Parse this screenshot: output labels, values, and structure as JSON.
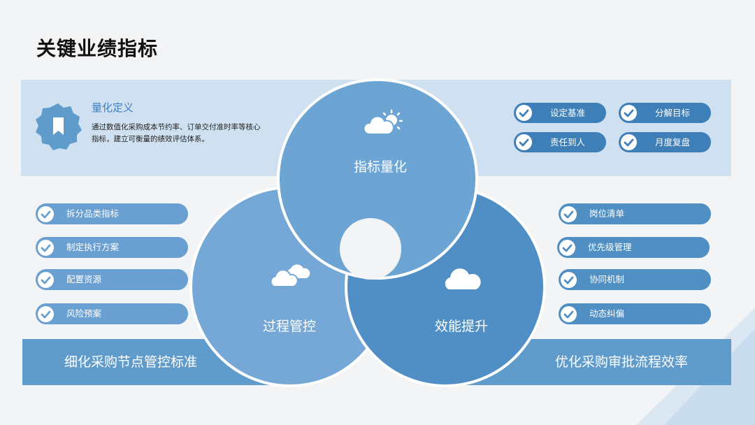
{
  "page_title": "关键业绩指标",
  "definition": {
    "title": "量化定义",
    "text": "通过数值化采购成本节约率、订单交付准时率等核心指标，建立可衡量的绩效评估体系。"
  },
  "top_pills": [
    {
      "label": "设定基准"
    },
    {
      "label": "分解目标"
    },
    {
      "label": "责任到人"
    },
    {
      "label": "月度复盘"
    }
  ],
  "left_pills": [
    {
      "label": "拆分品类指标"
    },
    {
      "label": "制定执行方案"
    },
    {
      "label": "配置资源"
    },
    {
      "label": "风险预案"
    }
  ],
  "right_pills": [
    {
      "label": "岗位清单"
    },
    {
      "label": "优先级管理"
    },
    {
      "label": "协同机制"
    },
    {
      "label": "动态纠偏"
    }
  ],
  "venn": {
    "top": {
      "label": "指标量化",
      "icon": "cloud-sun-icon"
    },
    "left": {
      "label": "过程管控",
      "icon": "clouds-icon"
    },
    "right": {
      "label": "效能提升",
      "icon": "cloud-icon"
    }
  },
  "bands": {
    "left": "细化采购节点管控标准",
    "right": "优化采购审批流程效率"
  },
  "colors": {
    "top_band": "#cfe0f0",
    "circle_top": "#6ca5d4",
    "circle_left": "#75a8d6",
    "circle_right": "#4f8fc5",
    "band": "#5f9bcb",
    "title_accent": "#3f7fbf",
    "pill_top": "#3f7fb8"
  }
}
